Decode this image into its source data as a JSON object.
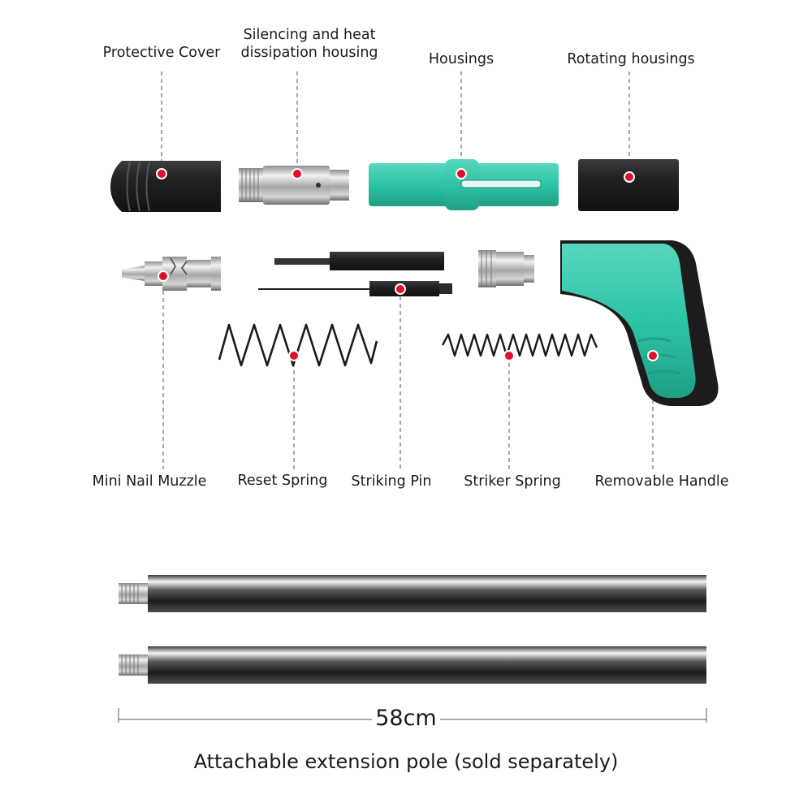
{
  "labels": {
    "protective_cover": "Protective Cover",
    "silencing_housing": "Silencing and heat dissipation housing",
    "housings": "Housings",
    "rotating_housings": "Rotating housings",
    "mini_nail_muzzle": "Mini Nail Muzzle",
    "reset_spring": "Reset Spring",
    "striking_pin": "Striking Pin",
    "striker_spring": "Striker Spring",
    "removable_handle": "Removable Handle"
  },
  "dimension": "58cm",
  "caption": "Attachable extension pole (sold separately)",
  "colors": {
    "teal": "#2ec4a6",
    "teal_dark": "#1e9b83",
    "black": "#222222",
    "marker": "#e0102a",
    "leader": "#555555"
  }
}
